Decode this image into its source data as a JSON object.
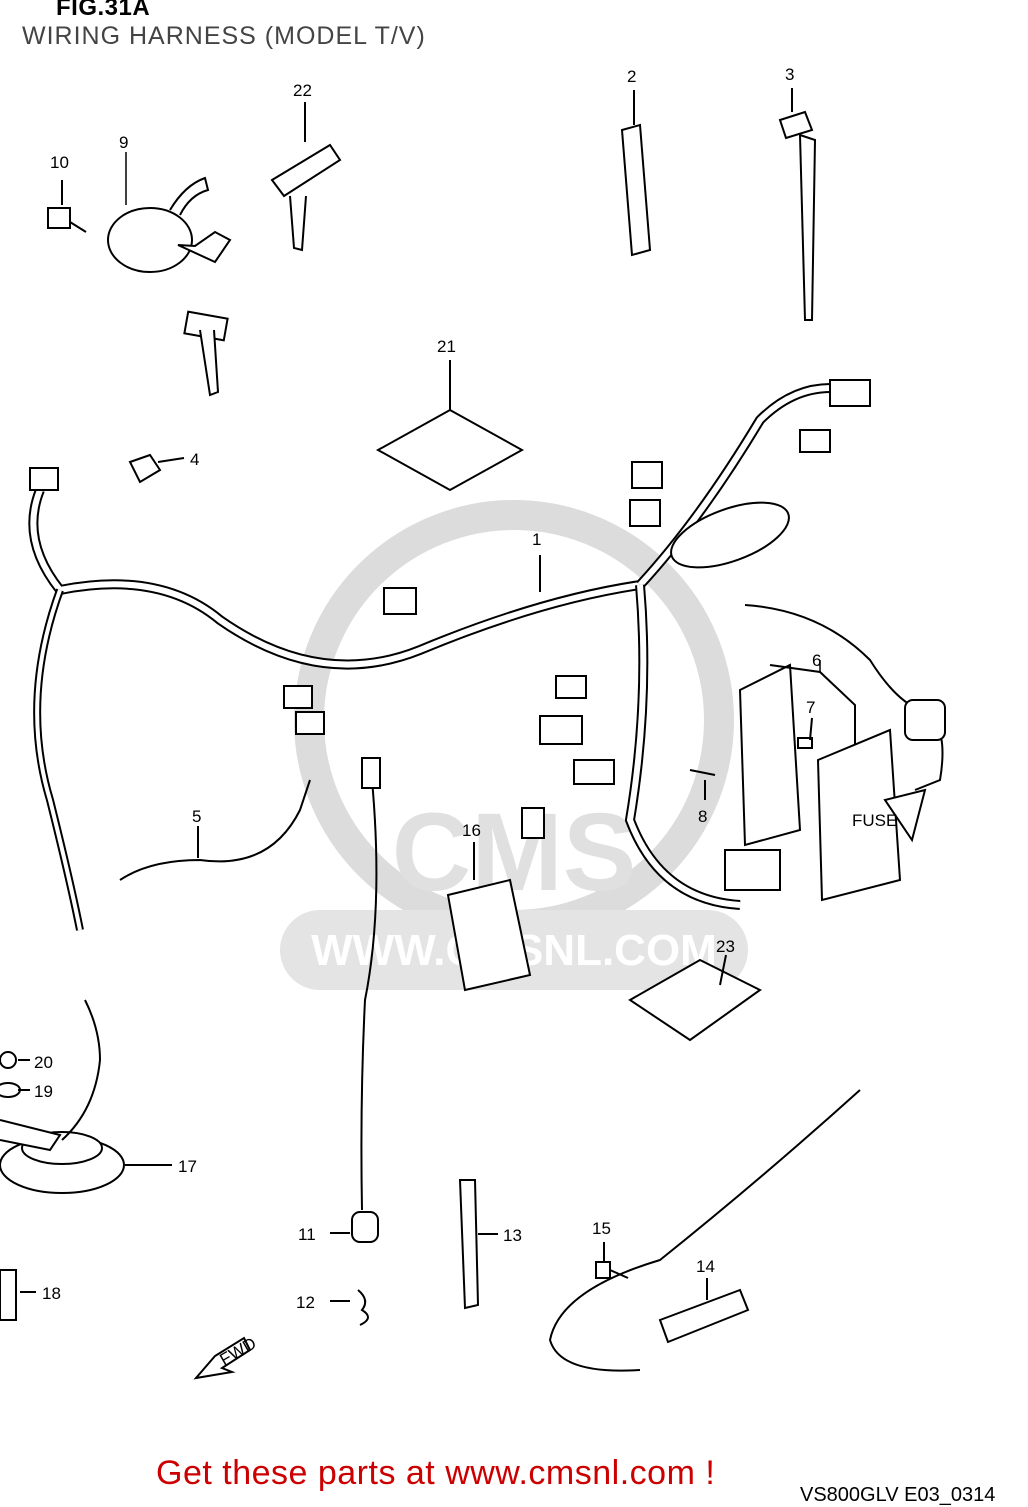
{
  "figure": {
    "title": "FIG.31A",
    "subtitle": "WIRING HARNESS (MODEL T/V)"
  },
  "watermark": {
    "logo_text": "CMS",
    "url_text": "WWW.CMSNL.COM"
  },
  "parts": [
    {
      "id": "1",
      "label": "1"
    },
    {
      "id": "2",
      "label": "2"
    },
    {
      "id": "3",
      "label": "3"
    },
    {
      "id": "4",
      "label": "4"
    },
    {
      "id": "5",
      "label": "5"
    },
    {
      "id": "6",
      "label": "6"
    },
    {
      "id": "7",
      "label": "7"
    },
    {
      "id": "8",
      "label": "8"
    },
    {
      "id": "9",
      "label": "9"
    },
    {
      "id": "10",
      "label": "10"
    },
    {
      "id": "11",
      "label": "11"
    },
    {
      "id": "12",
      "label": "12"
    },
    {
      "id": "13",
      "label": "13"
    },
    {
      "id": "14",
      "label": "14"
    },
    {
      "id": "15",
      "label": "15"
    },
    {
      "id": "16",
      "label": "16"
    },
    {
      "id": "17",
      "label": "17"
    },
    {
      "id": "18",
      "label": "18"
    },
    {
      "id": "19",
      "label": "19"
    },
    {
      "id": "20",
      "label": "20"
    },
    {
      "id": "21",
      "label": "21"
    },
    {
      "id": "22",
      "label": "22"
    },
    {
      "id": "23",
      "label": "23"
    }
  ],
  "fuse_box_label": "FUSE",
  "fwd_arrow_label": "FWD",
  "footer": {
    "link_text": "Get these parts at www.cmsnl.com !",
    "drawing_code": "VS800GLV E03_0314"
  },
  "colors": {
    "link": "#cc0000",
    "lines": "#000000",
    "watermark": "#d9d9d9"
  }
}
